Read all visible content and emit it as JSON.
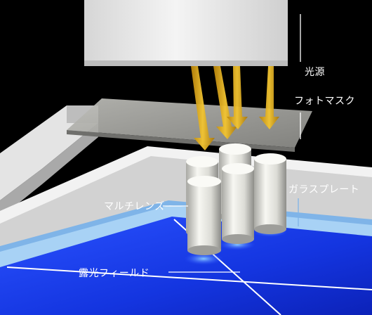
{
  "labels": {
    "light_source": "光源",
    "photomask": "フォトマスク",
    "glass_plate": "ガラスプレート",
    "multi_lens": "マルチレンズ",
    "exposure_field": "露光フィールド"
  },
  "colors": {
    "background": "#000000",
    "light_source_block": "#e9e9e9",
    "light_beam": "#e0a70e",
    "photomask": "#9a9a96",
    "lens": "#e6e6e0",
    "exposure_field": "#1a3ff0",
    "field_divider": "#ffffff",
    "stage": "#c8c8c8"
  }
}
